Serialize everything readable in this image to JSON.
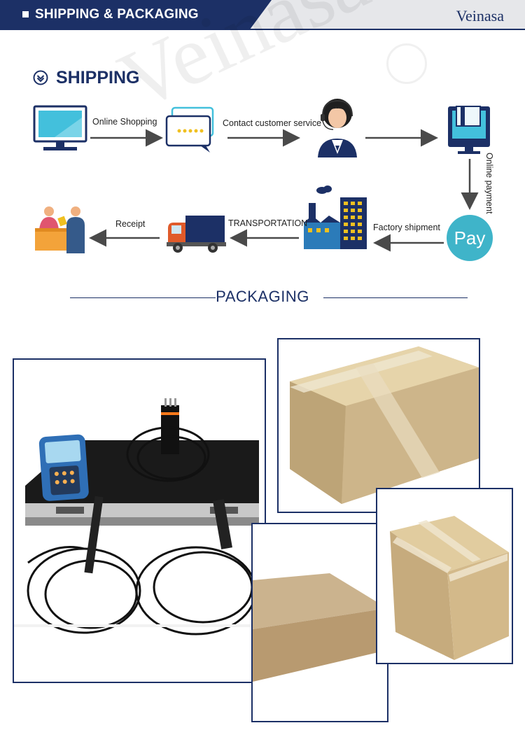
{
  "header": {
    "title": "SHIPPING & PACKAGING",
    "brand": "Veinasa"
  },
  "shipping": {
    "title": "SHIPPING",
    "steps": {
      "online_shopping": "Online Shopping",
      "contact_service": "Contact customer service",
      "online_payment": "Online payment",
      "pay_button": "Pay",
      "factory_shipment": "Factory shipment",
      "transportation": "TRANSPORTATION",
      "receipt": "Receipt"
    }
  },
  "packaging": {
    "title": "PACKAGING"
  },
  "watermark": "Veinasa",
  "colors": {
    "navy": "#1c3066",
    "pay_teal": "#3fb4c9",
    "box_tan": "#cdb58a",
    "arrow_gray": "#4a4a4a"
  }
}
